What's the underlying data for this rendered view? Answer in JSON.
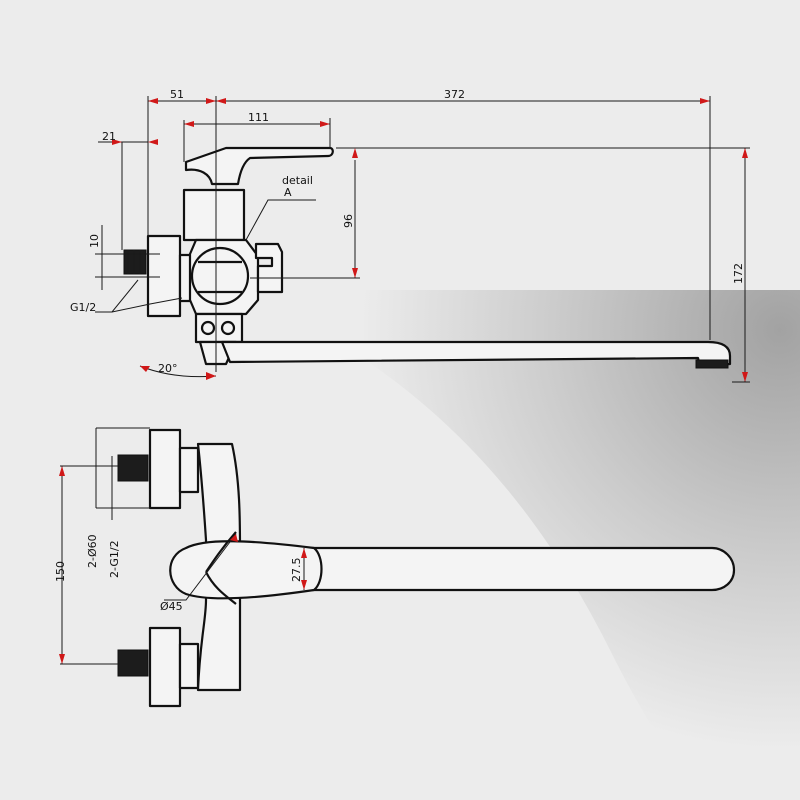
{
  "colors": {
    "background": "#ececec",
    "line": "#111111",
    "arrow": "#d01818"
  },
  "side_view": {
    "dim_width": "51",
    "dim_spout_length": "372",
    "dim_handle_length": "111",
    "dim_top_offset": "21",
    "dim_pin": "10",
    "thread_label": "G1/2",
    "dim_height": "96",
    "dim_total_height": "172",
    "detail_line1": "detail",
    "detail_line2": "A",
    "angle_label": "20°"
  },
  "top_view": {
    "dim_spacing": "150",
    "dim_diameter": "2-Ø60",
    "thread_label": "2-G1/2",
    "dim_handle_width": "27.5",
    "dim_body_diameter": "Ø45"
  }
}
